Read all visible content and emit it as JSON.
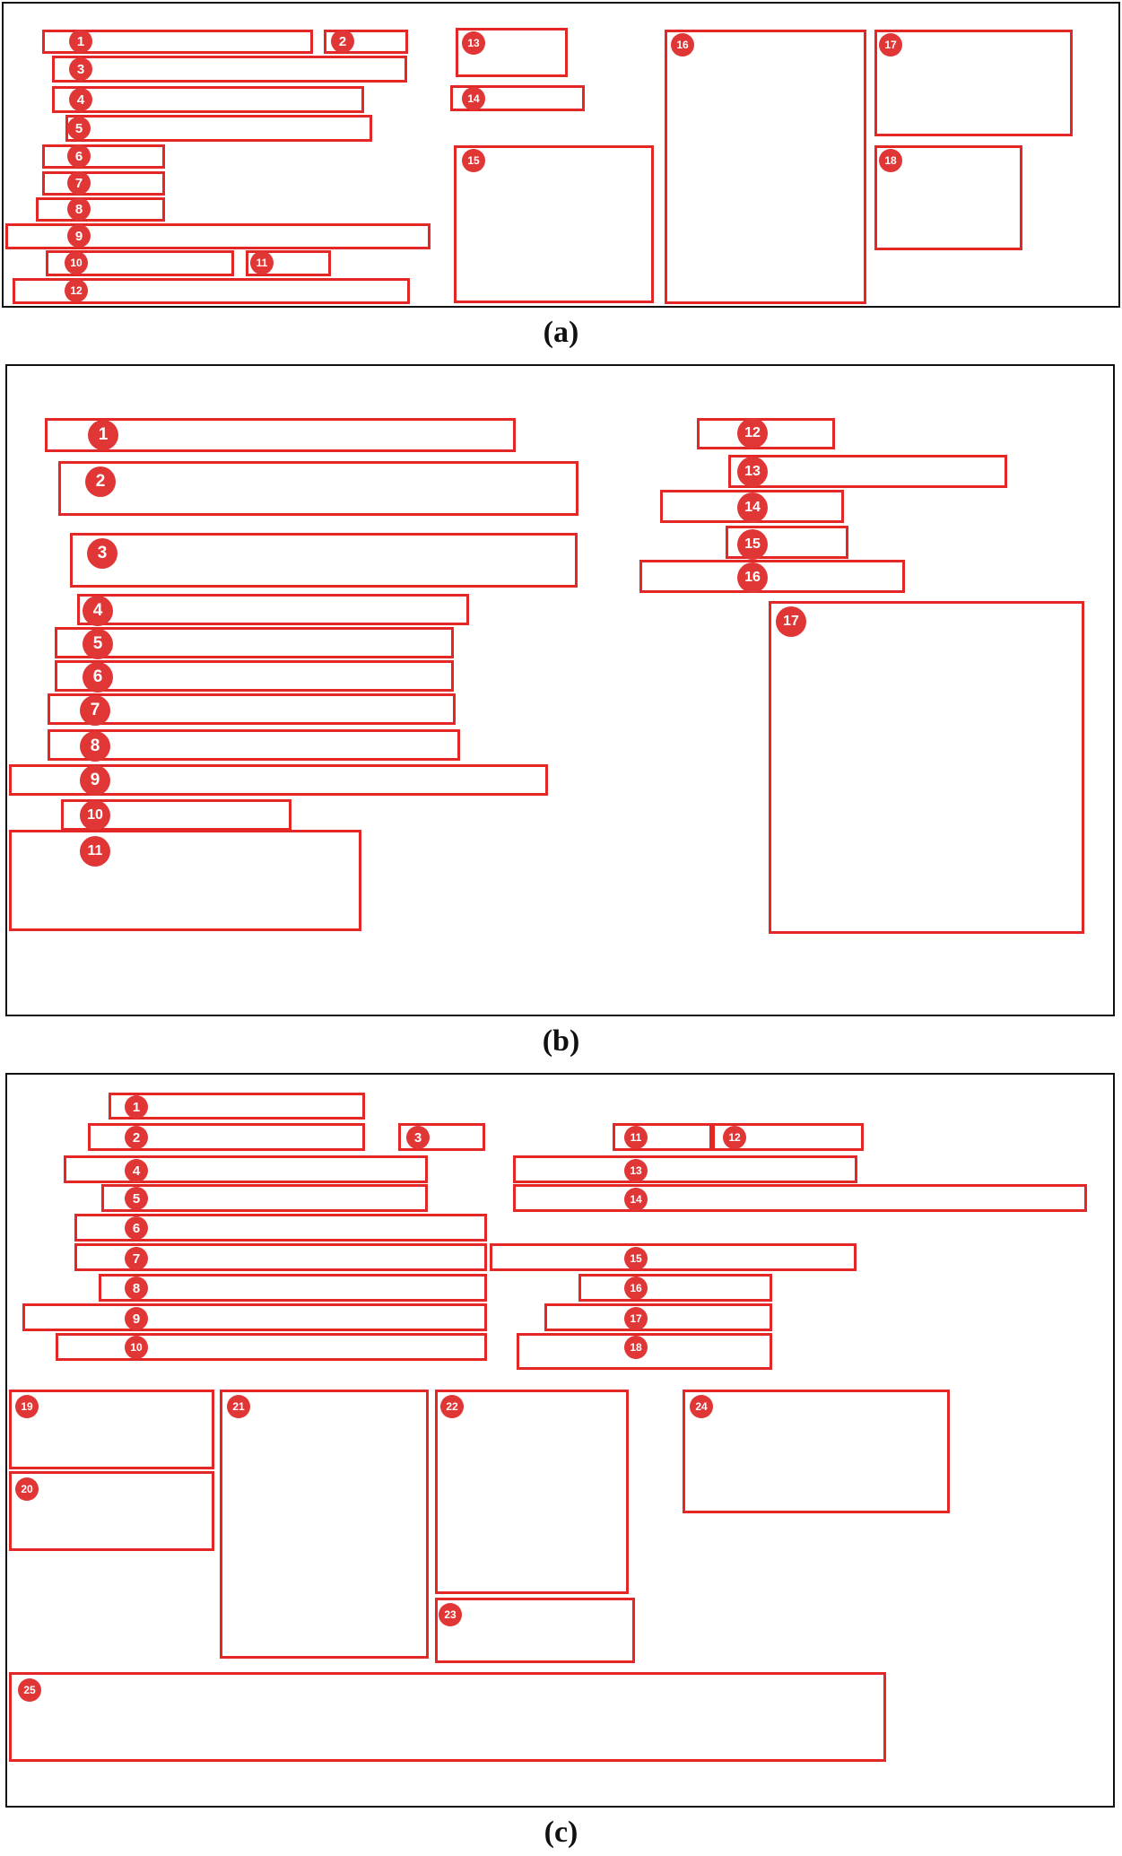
{
  "colors": {
    "box_stroke": "#e32626",
    "badge_fill": "#e03636",
    "frame_stroke": "#111111"
  },
  "panels": [
    {
      "caption": "(a)",
      "labels": [
        "1",
        "2",
        "3",
        "4",
        "5",
        "6",
        "7",
        "8",
        "9",
        "10",
        "11",
        "12",
        "13",
        "14",
        "15",
        "16",
        "17",
        "18"
      ]
    },
    {
      "caption": "(b)",
      "labels": [
        "1",
        "2",
        "3",
        "4",
        "5",
        "6",
        "7",
        "8",
        "9",
        "10",
        "11",
        "12",
        "13",
        "14",
        "15",
        "16",
        "17"
      ]
    },
    {
      "caption": "(c)",
      "labels": [
        "1",
        "2",
        "3",
        "4",
        "5",
        "6",
        "7",
        "8",
        "9",
        "10",
        "11",
        "12",
        "13",
        "14",
        "15",
        "16",
        "17",
        "18",
        "19",
        "20",
        "21",
        "22",
        "23",
        "24",
        "25"
      ]
    }
  ]
}
